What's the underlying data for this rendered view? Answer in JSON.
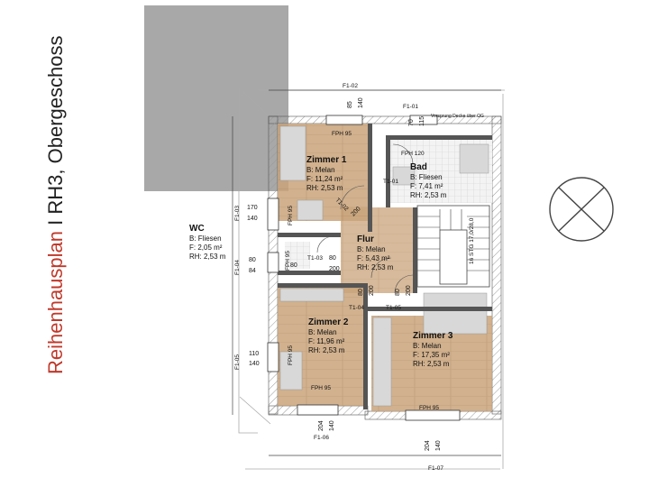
{
  "title": {
    "main": "Reihenhausplan",
    "sep": " I ",
    "sub": "RH3, Obergeschoss"
  },
  "rooms": {
    "zimmer1": {
      "name": "Zimmer 1",
      "b": "B: Melan",
      "f": "F:  11,24 m²",
      "rh": "RH: 2,53 m"
    },
    "bad": {
      "name": "Bad",
      "b": "B: Fliesen",
      "f": "F:  7,41 m²",
      "rh": "RH: 2,53 m"
    },
    "flur": {
      "name": "Flur",
      "b": "B: Melan",
      "f": "F:  5,43 m²",
      "rh": "RH: 2,53 m"
    },
    "wc": {
      "name": "WC",
      "b": "B: Fliesen",
      "f": "F:   2,05 m²",
      "rh": "RH: 2,53 m"
    },
    "zimmer2": {
      "name": "Zimmer 2",
      "b": "B: Melan",
      "f": "F:  11,96 m²",
      "rh": "RH: 2,53 m"
    },
    "zimmer3": {
      "name": "Zimmer 3",
      "b": "B: Melan",
      "f": "F:  17,35 m²",
      "rh": "RH: 2,53 m"
    }
  },
  "labels": {
    "f102": "F1-02",
    "f101": "F1-01",
    "f103": "F1-03",
    "f104": "F1-04",
    "f105": "F1-05",
    "f106": "F1-06",
    "f107": "F1-07",
    "fph95a": "FPH 95",
    "fph120": "FPH 120",
    "fph95b": "FPH 95",
    "fph95c": "FPH 95",
    "fph95d": "FPH 95",
    "fph95e": "FPH 95",
    "t101": "T1-01",
    "t102": "T1-02",
    "t103": "T1-03",
    "t104": "T1-04",
    "t105": "T1-05",
    "vorsprung": "Vorsprung Decke über OG",
    "stair": "16 STG 17,0/28,0"
  },
  "dims": {
    "d170": "170",
    "d140a": "140",
    "d80a": "80",
    "d84": "84",
    "d80b": "80",
    "d110": "110",
    "d140b": "140",
    "d85": "85",
    "d140c": "140",
    "d70": "70",
    "d115": "115",
    "d80c": "80",
    "d200a": "200",
    "d80d": "80",
    "d200b": "200",
    "d80e": "80",
    "d200c": "200",
    "d80f": "80",
    "d200d": "200",
    "d200e": "200",
    "d80g": "80",
    "d204a": "204",
    "d140d": "140",
    "d204b": "204",
    "d140e": "140"
  }
}
